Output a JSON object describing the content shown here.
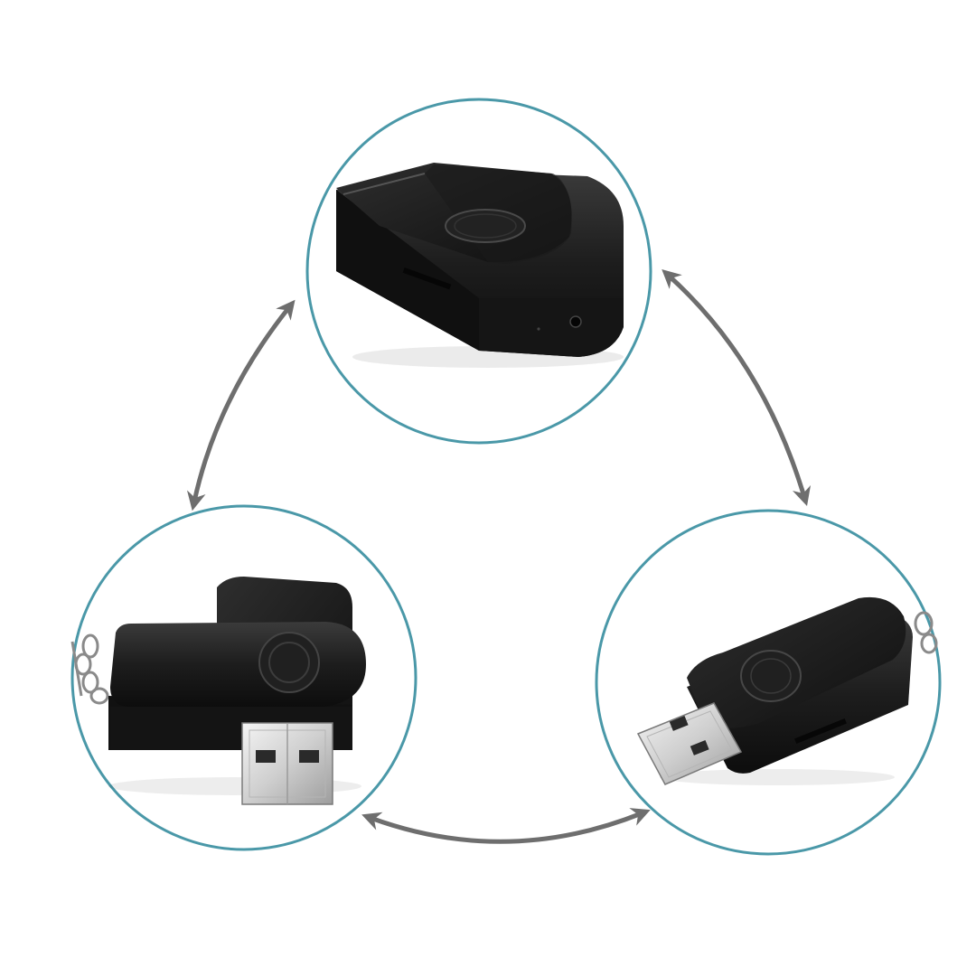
{
  "colors": {
    "background": "#ffffff",
    "circle_ring": "#4a98a8",
    "arrow": "#6e6e6e",
    "device_body": "#1c1c1c",
    "device_highlight": "#3a3a3a",
    "usb_metal": "#d8d8d8"
  },
  "scene": {
    "panels": [
      {
        "id": "top",
        "state": "closed",
        "icon": "usb-stick-closed"
      },
      {
        "id": "bottom-left",
        "state": "half-open",
        "icon": "usb-stick-half-open"
      },
      {
        "id": "bottom-right",
        "state": "open",
        "icon": "usb-stick-open"
      }
    ],
    "arrows": [
      {
        "between": [
          "top",
          "bottom-left"
        ],
        "icon": "double-arrow"
      },
      {
        "between": [
          "top",
          "bottom-right"
        ],
        "icon": "double-arrow"
      },
      {
        "between": [
          "bottom-left",
          "bottom-right"
        ],
        "icon": "double-arrow"
      }
    ]
  }
}
